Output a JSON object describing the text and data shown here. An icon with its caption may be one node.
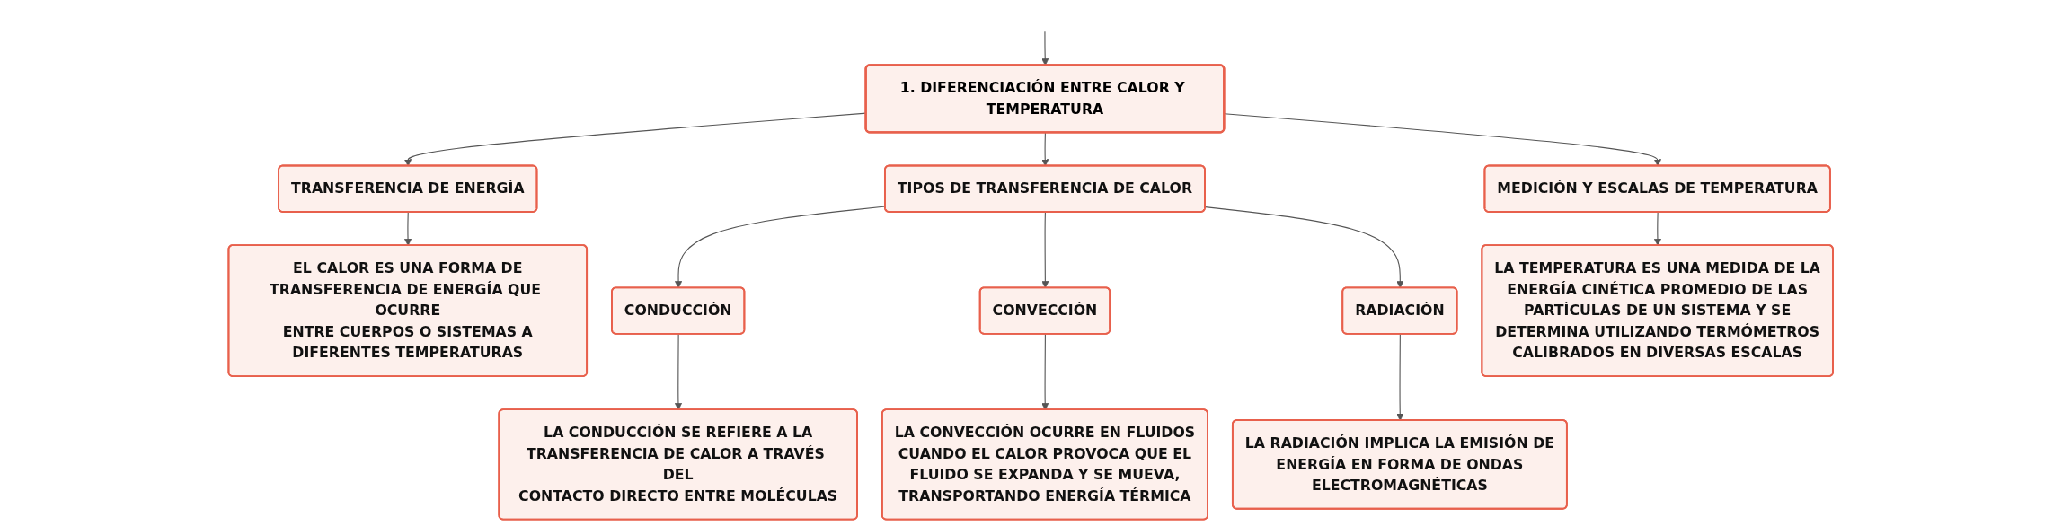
{
  "diagram": {
    "nodes": [
      {
        "text": [
          "1. DIFERENCIACIÓN ENTRE CALOR Y TEMPERATURA"
        ]
      },
      {
        "text": [
          "TRANSFERENCIA DE ENERGÍA"
        ]
      },
      {
        "text": [
          "TIPOS DE TRANSFERENCIA DE CALOR"
        ]
      },
      {
        "text": [
          "MEDICIÓN Y ESCALAS DE TEMPERATURA"
        ]
      },
      {
        "text": [
          "EL CALOR ES UNA FORMA DE TRANSFERENCIA DE ENERGÍA QUE OCURRE ENTRE CUERPOS O SISTEMAS A DIFERENTES TEMPERATURAS"
        ]
      },
      {
        "text": [
          "CONDUCCIÓN"
        ]
      },
      {
        "text": [
          "CONVECCIÓN"
        ]
      },
      {
        "text": [
          "RADIACIÓN"
        ]
      },
      {
        "text": [
          "LA TEMPERATURA ES UNA MEDIDA DE LA ENERGÍA CINÉTICA PROMEDIO DE LAS PARTÍCULAS DE UN SISTEMA Y SE DETERMINA UTILIZANDO TERMÓMETROS CALIBRADOS EN DIVERSAS ESCALAS"
        ]
      },
      {
        "text": [
          "LA CONDUCCIÓN SE REFIERE A LA TRANSFERENCIA DE CALOR A TRAVÉS DEL CONTACTO DIRECTO ENTRE MOLÉCULAS"
        ]
      },
      {
        "text": [
          "LA CONVECCIÓN OCURRE EN FLUIDOS CUANDO EL CALOR PROVOCA QUE EL FLUIDO SE EXPANDA Y SE MUEVA, TRANSPORTANDO ENERGÍA TÉRMICA"
        ]
      },
      {
        "text": [
          "LA RADIACIÓN IMPLICA LA EMISIÓN DE ENERGÍA EN FORMA DE ONDAS ELECTROMAGNÉTICAS"
        ]
      }
    ],
    "edges": [
      {
        "from": null,
        "to": 0,
        "arrow": "to"
      },
      {
        "from": 0,
        "to": 1,
        "arrow": "to"
      },
      {
        "from": 0,
        "to": 2,
        "arrow": "to"
      },
      {
        "from": 0,
        "to": 3,
        "arrow": "to"
      },
      {
        "from": 1,
        "to": 4,
        "arrow": "to"
      },
      {
        "from": 2,
        "to": 5,
        "arrow": "to"
      },
      {
        "from": 2,
        "to": 6,
        "arrow": "to"
      },
      {
        "from": 2,
        "to": 7,
        "arrow": "to"
      },
      {
        "from": 3,
        "to": 8,
        "arrow": "to"
      },
      {
        "from": 5,
        "to": 9,
        "arrow": "to"
      },
      {
        "from": 6,
        "to": 10,
        "arrow": "to"
      },
      {
        "from": 7,
        "to": 11,
        "arrow": "to"
      }
    ]
  }
}
